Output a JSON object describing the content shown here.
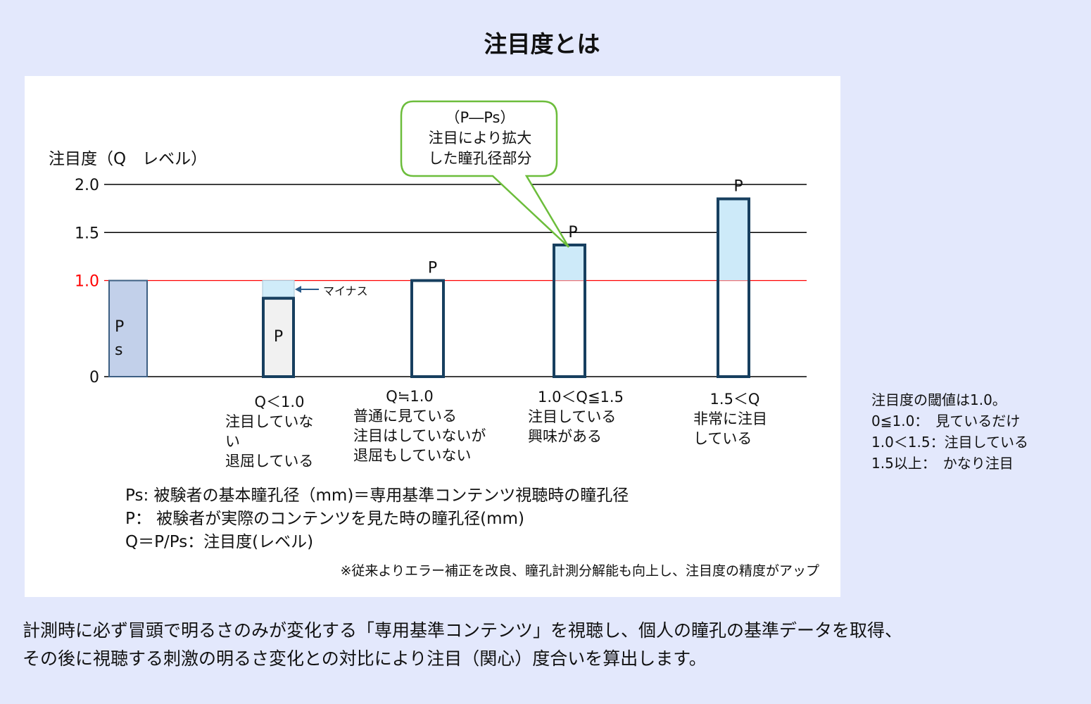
{
  "page": {
    "title": "注目度とは"
  },
  "callout": {
    "lines": [
      "（P―Ps）",
      "注目により拡大",
      "した瞳孔径部分"
    ],
    "border_color": "#6cbd3b"
  },
  "annotation": {
    "minus_label": "マイナス"
  },
  "chart_data": {
    "type": "bar",
    "ylabel": "注目度（Q　レベル）",
    "ylim": [
      0,
      2.0
    ],
    "y_ticks": [
      {
        "value": 0,
        "label": "0"
      },
      {
        "value": 1.0,
        "label": "1.0"
      },
      {
        "value": 1.5,
        "label": "1.5"
      },
      {
        "value": 2.0,
        "label": "2.0"
      }
    ],
    "threshold": {
      "value": 1.0,
      "color": "#ff0000"
    },
    "grid": "horizontal at 1.5 and 2.0",
    "colors": {
      "ps_fill": "#c2d0ea",
      "ps_stroke": "#3d5f83",
      "bar_stroke": "#173f5f",
      "increase_fill": "#cdeaf9",
      "q_less_fill": "#f1f1f1",
      "minus_fill": "#d0ecf9",
      "threshold_line": "#ff0000"
    },
    "bars": [
      {
        "id": "ps",
        "mark": "Ps",
        "value": 1.0,
        "category_lines": []
      },
      {
        "id": "q-less",
        "mark": "P",
        "value": 0.83,
        "category_lines": [
          "Q＜1.0",
          "注目していな",
          "い",
          "退屈している"
        ]
      },
      {
        "id": "q-approx",
        "mark": "P",
        "value": 1.0,
        "category_lines": [
          "Q≒1.0",
          "普通に見ている",
          "注目はしていないが",
          "退屈もしていない"
        ]
      },
      {
        "id": "q-mid",
        "mark": "P",
        "value": 1.37,
        "category_lines": [
          "1.0＜Q≦1.5",
          "注目している",
          "興味がある"
        ]
      },
      {
        "id": "q-high",
        "mark": "P",
        "value": 1.85,
        "category_lines": [
          "1.5＜Q",
          "非常に注目",
          "している"
        ]
      }
    ]
  },
  "legend": {
    "lines": [
      "Ps: 被験者の基本瞳孔径（mm)＝専用基準コンテンツ視聴時の瞳孔径",
      "P： 被験者が実際のコンテンツを見た時の瞳孔径(mm)",
      "Q＝P/Ps：注目度(レベル)"
    ],
    "note": "※従来よりエラー補正を改良、瞳孔計測分解能も向上し、注目度の精度がアップ"
  },
  "side_notes": [
    "注目度の閾値は1.0。",
    "0≦1.0：　見ているだけ",
    "1.0＜1.5：注目している",
    "1.5以上：　かなり注目"
  ],
  "description": [
    "計測時に必ず冒頭で明るさのみが変化する「専用基準コンテンツ」を視聴し、個人の瞳孔の基準データを取得、",
    "その後に視聴する刺激の明るさ変化との対比により注目（関心）度合いを算出します。"
  ]
}
